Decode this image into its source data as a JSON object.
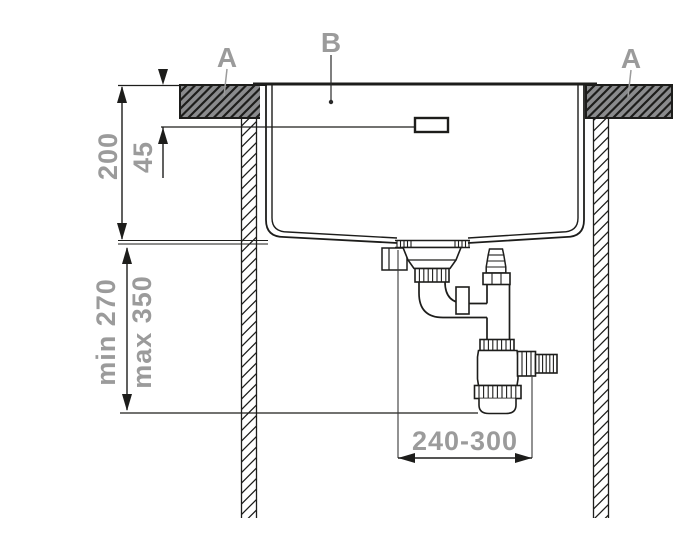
{
  "labels": {
    "counter_section_left": "A",
    "sink_section": "B",
    "counter_section_right": "A"
  },
  "dimensions": {
    "counter_depth": "200",
    "rim_to_overflow": "45",
    "cabinet_min": "min 270",
    "cabinet_max": "max 350",
    "drain_offset": "240-300"
  },
  "colors": {
    "line": "#1d1d1b",
    "dim_text": "#9b9b9b",
    "counter_fill": "#8a8b8d",
    "background": "#ffffff"
  }
}
